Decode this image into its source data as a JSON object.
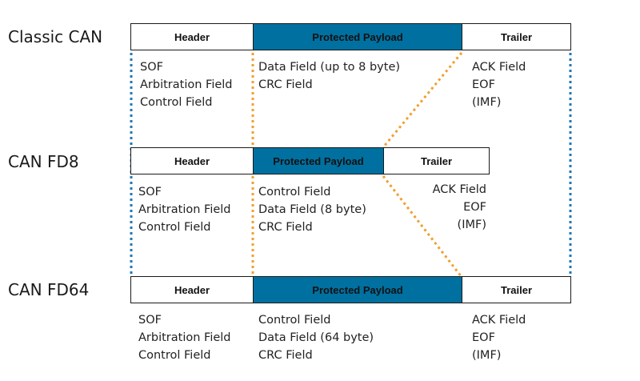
{
  "colors": {
    "payload": "#0070a0",
    "blue_dotted": "#1f78b4",
    "orange_dotted": "#f0a030"
  },
  "rows": [
    {
      "label": "Classic CAN",
      "segments": {
        "header": "Header",
        "payload": "Protected Payload",
        "trailer": "Trailer"
      },
      "header_fields": [
        "SOF",
        "Arbitration Field",
        "Control Field"
      ],
      "payload_fields": [
        "Data Field (up to 8 byte)",
        "CRC Field"
      ],
      "trailer_fields": [
        "ACK Field",
        "EOF",
        "(IMF)"
      ]
    },
    {
      "label": "CAN FD8",
      "segments": {
        "header": "Header",
        "payload": "Protected Payload",
        "trailer": "Trailer"
      },
      "header_fields": [
        "SOF",
        "Arbitration Field",
        "Control Field"
      ],
      "payload_fields": [
        "Control Field",
        "Data Field (8 byte)",
        "CRC Field"
      ],
      "trailer_fields": [
        "ACK Field",
        "EOF",
        "(IMF)"
      ]
    },
    {
      "label": "CAN FD64",
      "segments": {
        "header": "Header",
        "payload": "Protected Payload",
        "trailer": "Trailer"
      },
      "header_fields": [
        "SOF",
        "Arbitration Field",
        "Control Field"
      ],
      "payload_fields": [
        "Control Field",
        "Data Field (64 byte)",
        "CRC Field"
      ],
      "trailer_fields": [
        "ACK Field",
        "EOF",
        "(IMF)"
      ]
    }
  ]
}
